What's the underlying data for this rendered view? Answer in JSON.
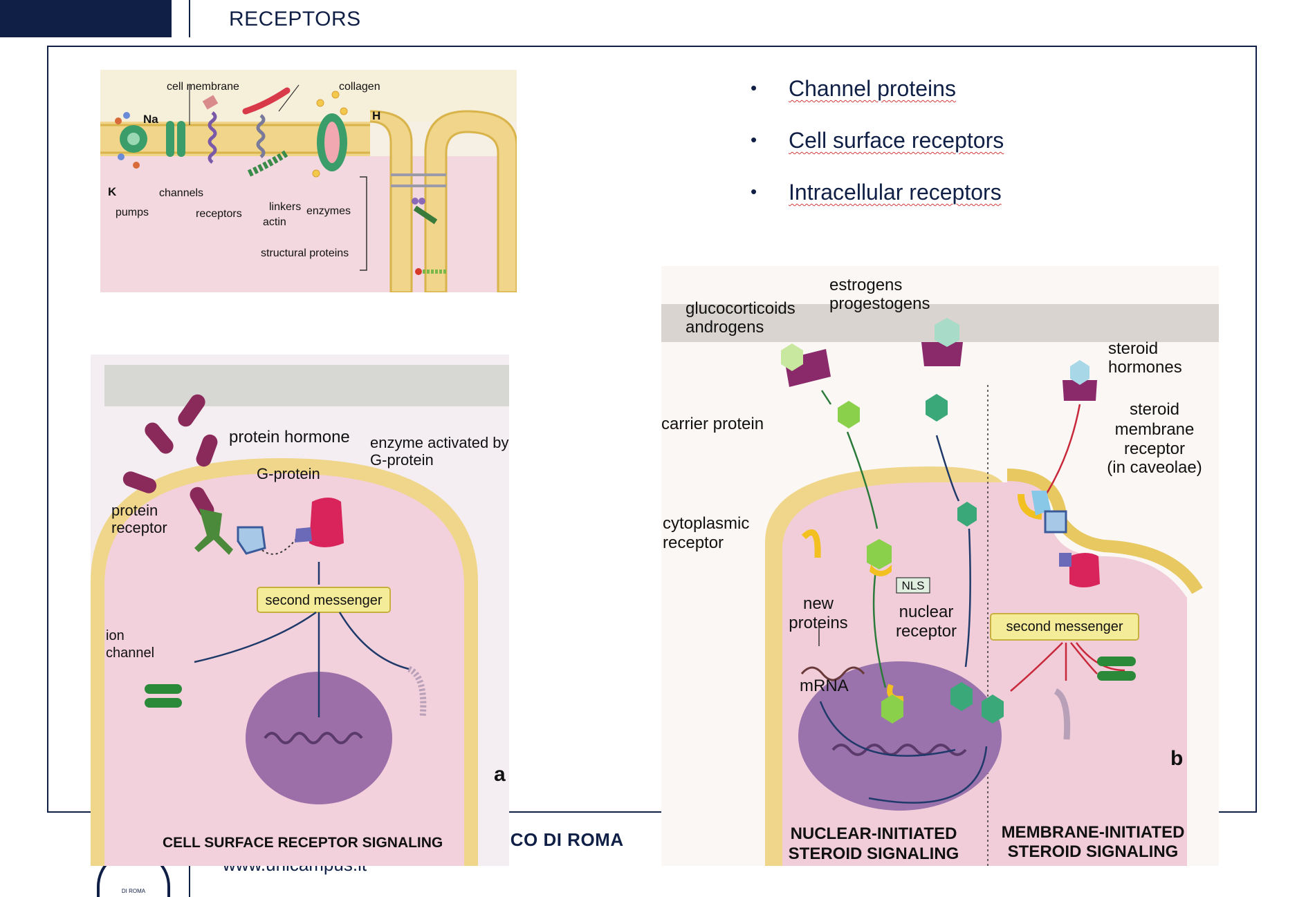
{
  "header": {
    "title": "RECEPTORS"
  },
  "bullets": [
    {
      "text": "Channel proteins"
    },
    {
      "text": "Cell surface receptors"
    },
    {
      "text": "Intracellular receptors"
    }
  ],
  "figure_membrane": {
    "labels": {
      "cell_membrane": "cell membrane",
      "collagen": "collagen",
      "na": "Na",
      "h": "H",
      "k": "K",
      "channels": "channels",
      "pumps": "pumps",
      "receptors": "receptors",
      "linkers": "linkers",
      "enzymes": "enzymes",
      "actin": "actin",
      "structural_proteins": "structural proteins"
    }
  },
  "figure_surface": {
    "labels": {
      "protein_hormone": "protein hormone",
      "enzyme_line1": "enzyme activated by",
      "enzyme_line2": "G-protein",
      "g_protein": "G-protein",
      "protein_receptor_line1": "protein",
      "protein_receptor_line2": "receptor",
      "second_messenger": "second messenger",
      "ion_channel_line1": "ion",
      "ion_channel_line2": "channel",
      "panel_letter": "a",
      "caption": "CELL SURFACE RECEPTOR SIGNALING"
    }
  },
  "figure_steroid": {
    "labels": {
      "estrogens": "estrogens",
      "progestogens": "progestogens",
      "glucocorticoids": "glucocorticoids",
      "androgens": "androgens",
      "steroid_hormones_line1": "steroid",
      "steroid_hormones_line2": "hormones",
      "carrier_protein": "carrier protein",
      "steroid_membrane_receptor_line1": "steroid",
      "steroid_membrane_receptor_line2": "membrane",
      "steroid_membrane_receptor_line3": "receptor",
      "steroid_membrane_receptor_line4": "(in caveolae)",
      "cytoplasmic_receptor_line1": "cytoplasmic",
      "cytoplasmic_receptor_line2": "receptor",
      "nls": "NLS",
      "new_proteins_line1": "new",
      "new_proteins_line2": "proteins",
      "nuclear_receptor_line1": "nuclear",
      "nuclear_receptor_line2": "receptor",
      "mrna": "mRNA",
      "second_messenger": "second messenger",
      "panel_letter": "b",
      "caption_left_line1": "NUCLEAR-INITIATED",
      "caption_left_line2": "STEROID SIGNALING",
      "caption_right_line1": "MEMBRANE-INITIATED",
      "caption_right_line2": "STEROID SIGNALING"
    }
  },
  "footer": {
    "institution": "ICO DI ROMA",
    "url": "www.unicampus.it",
    "seal_text": "DI ROMA"
  }
}
